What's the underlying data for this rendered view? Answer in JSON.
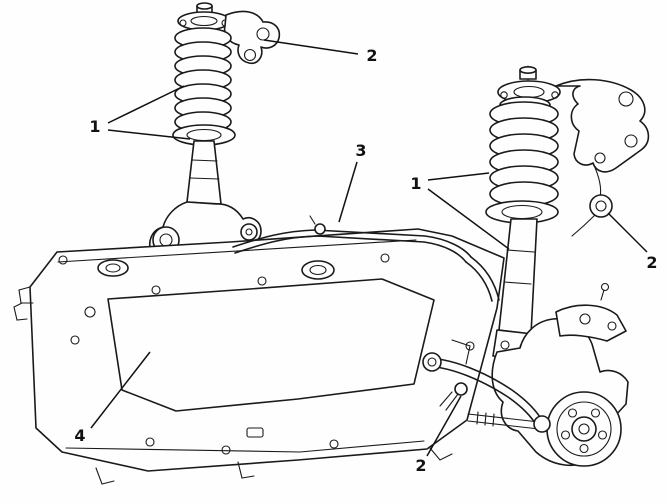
{
  "figure": {
    "background": "#fefefe",
    "line_color": "#1a1a1a",
    "callouts": [
      {
        "name": "callout-1-left-spring",
        "label": "1"
      },
      {
        "name": "callout-2-top-mount",
        "label": "2"
      },
      {
        "name": "callout-3-stabilizer",
        "label": "3"
      },
      {
        "name": "callout-1-right-spring",
        "label": "1"
      },
      {
        "name": "callout-2-upper-joint",
        "label": "2"
      },
      {
        "name": "callout-2-lower-arm",
        "label": "2"
      },
      {
        "name": "callout-4-subframe",
        "label": "4"
      }
    ]
  }
}
